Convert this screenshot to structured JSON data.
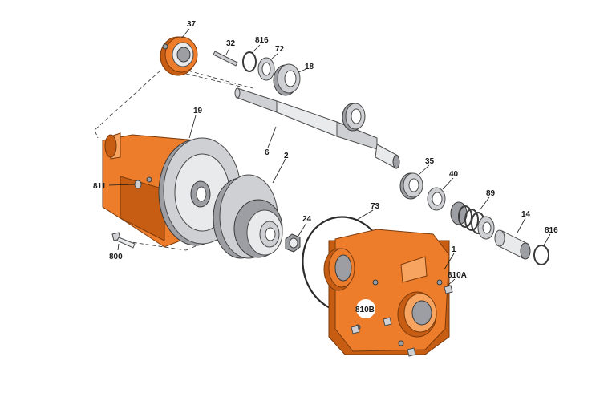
{
  "diagram": {
    "labels": [
      {
        "id": "37",
        "text": "37"
      },
      {
        "id": "32",
        "text": "32"
      },
      {
        "id": "816a",
        "text": "816"
      },
      {
        "id": "72",
        "text": "72"
      },
      {
        "id": "18",
        "text": "18"
      },
      {
        "id": "19",
        "text": "19"
      },
      {
        "id": "6",
        "text": "6"
      },
      {
        "id": "2",
        "text": "2"
      },
      {
        "id": "811",
        "text": "811"
      },
      {
        "id": "24",
        "text": "24"
      },
      {
        "id": "800",
        "text": "800"
      },
      {
        "id": "35",
        "text": "35"
      },
      {
        "id": "40",
        "text": "40"
      },
      {
        "id": "89",
        "text": "89"
      },
      {
        "id": "14",
        "text": "14"
      },
      {
        "id": "816b",
        "text": "816"
      },
      {
        "id": "73",
        "text": "73"
      },
      {
        "id": "1",
        "text": "1"
      },
      {
        "id": "810A",
        "text": "810A"
      },
      {
        "id": "810B",
        "text": "810B"
      }
    ],
    "colors": {
      "housing": "#ee7d2b",
      "metal": "#cfd0d3",
      "outline": "#3a3a3a"
    }
  }
}
